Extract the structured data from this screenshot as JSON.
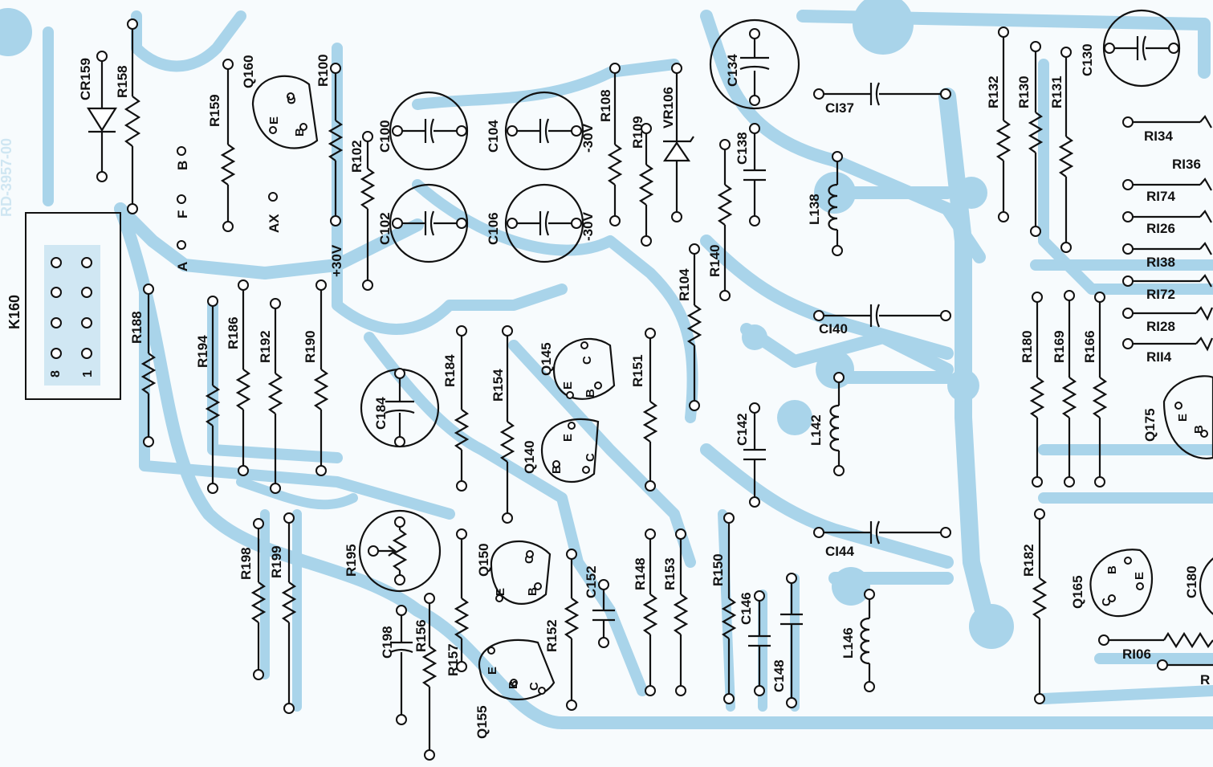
{
  "board_id": "RD-3957-00",
  "connector": {
    "name": "K160",
    "pins": [
      "8",
      "1"
    ]
  },
  "labels": {
    "CR159": "CR159",
    "R158": "R158",
    "R159": "R159",
    "Q160": "Q160",
    "R100": "R100",
    "R102": "R102",
    "C100": "C100",
    "C102": "C102",
    "C104": "C104",
    "C106": "C106",
    "R108": "R108",
    "R109": "R109",
    "VR106": "VR106",
    "C134": "C134",
    "C138": "C138",
    "C137": "CI37",
    "L138": "L138",
    "R132": "R132",
    "R130": "R130",
    "R131": "R131",
    "C130": "C130",
    "R134": "RI34",
    "R136": "RI36",
    "R174": "RI74",
    "R126": "RI26",
    "R138": "RI38",
    "R172": "RI72",
    "R128": "RI28",
    "R114": "RII4",
    "R140": "R140",
    "R104": "R104",
    "C140": "CI40",
    "L142": "L142",
    "C142": "C142",
    "R180": "R180",
    "R169": "R169",
    "R166": "R166",
    "Q175": "Q175",
    "R188": "R188",
    "R194": "R194",
    "R186": "R186",
    "R192": "R192",
    "R190": "R190",
    "C184": "C184",
    "R184": "R184",
    "R154": "R154",
    "Q145": "Q145",
    "Q140": "Q140",
    "R151": "R151",
    "R198": "R198",
    "R199": "R199",
    "R195": "R195",
    "Q150": "Q150",
    "C152": "C152",
    "R148": "R148",
    "R153": "R153",
    "R150": "R150",
    "C146": "C146",
    "C148": "C148",
    "C144": "CI44",
    "L146": "L146",
    "R182": "R182",
    "Q165": "Q165",
    "C180": "C180",
    "R106": "RI06",
    "C198": "C198",
    "R156": "R156",
    "R157": "R157",
    "R152": "R152",
    "Q155": "Q155",
    "R1": "R"
  },
  "test_points": {
    "B": "B",
    "F": "F",
    "A": "A",
    "AX": "AX"
  },
  "voltages": {
    "plus30": "+30V",
    "minus30a": "-30V",
    "minus30b": "-30V"
  },
  "terminals": {
    "E": "E",
    "B": "B",
    "C": "C"
  },
  "colors": {
    "trace": "#a9d4ea",
    "ink": "#111111",
    "paper": "#ffffff"
  }
}
